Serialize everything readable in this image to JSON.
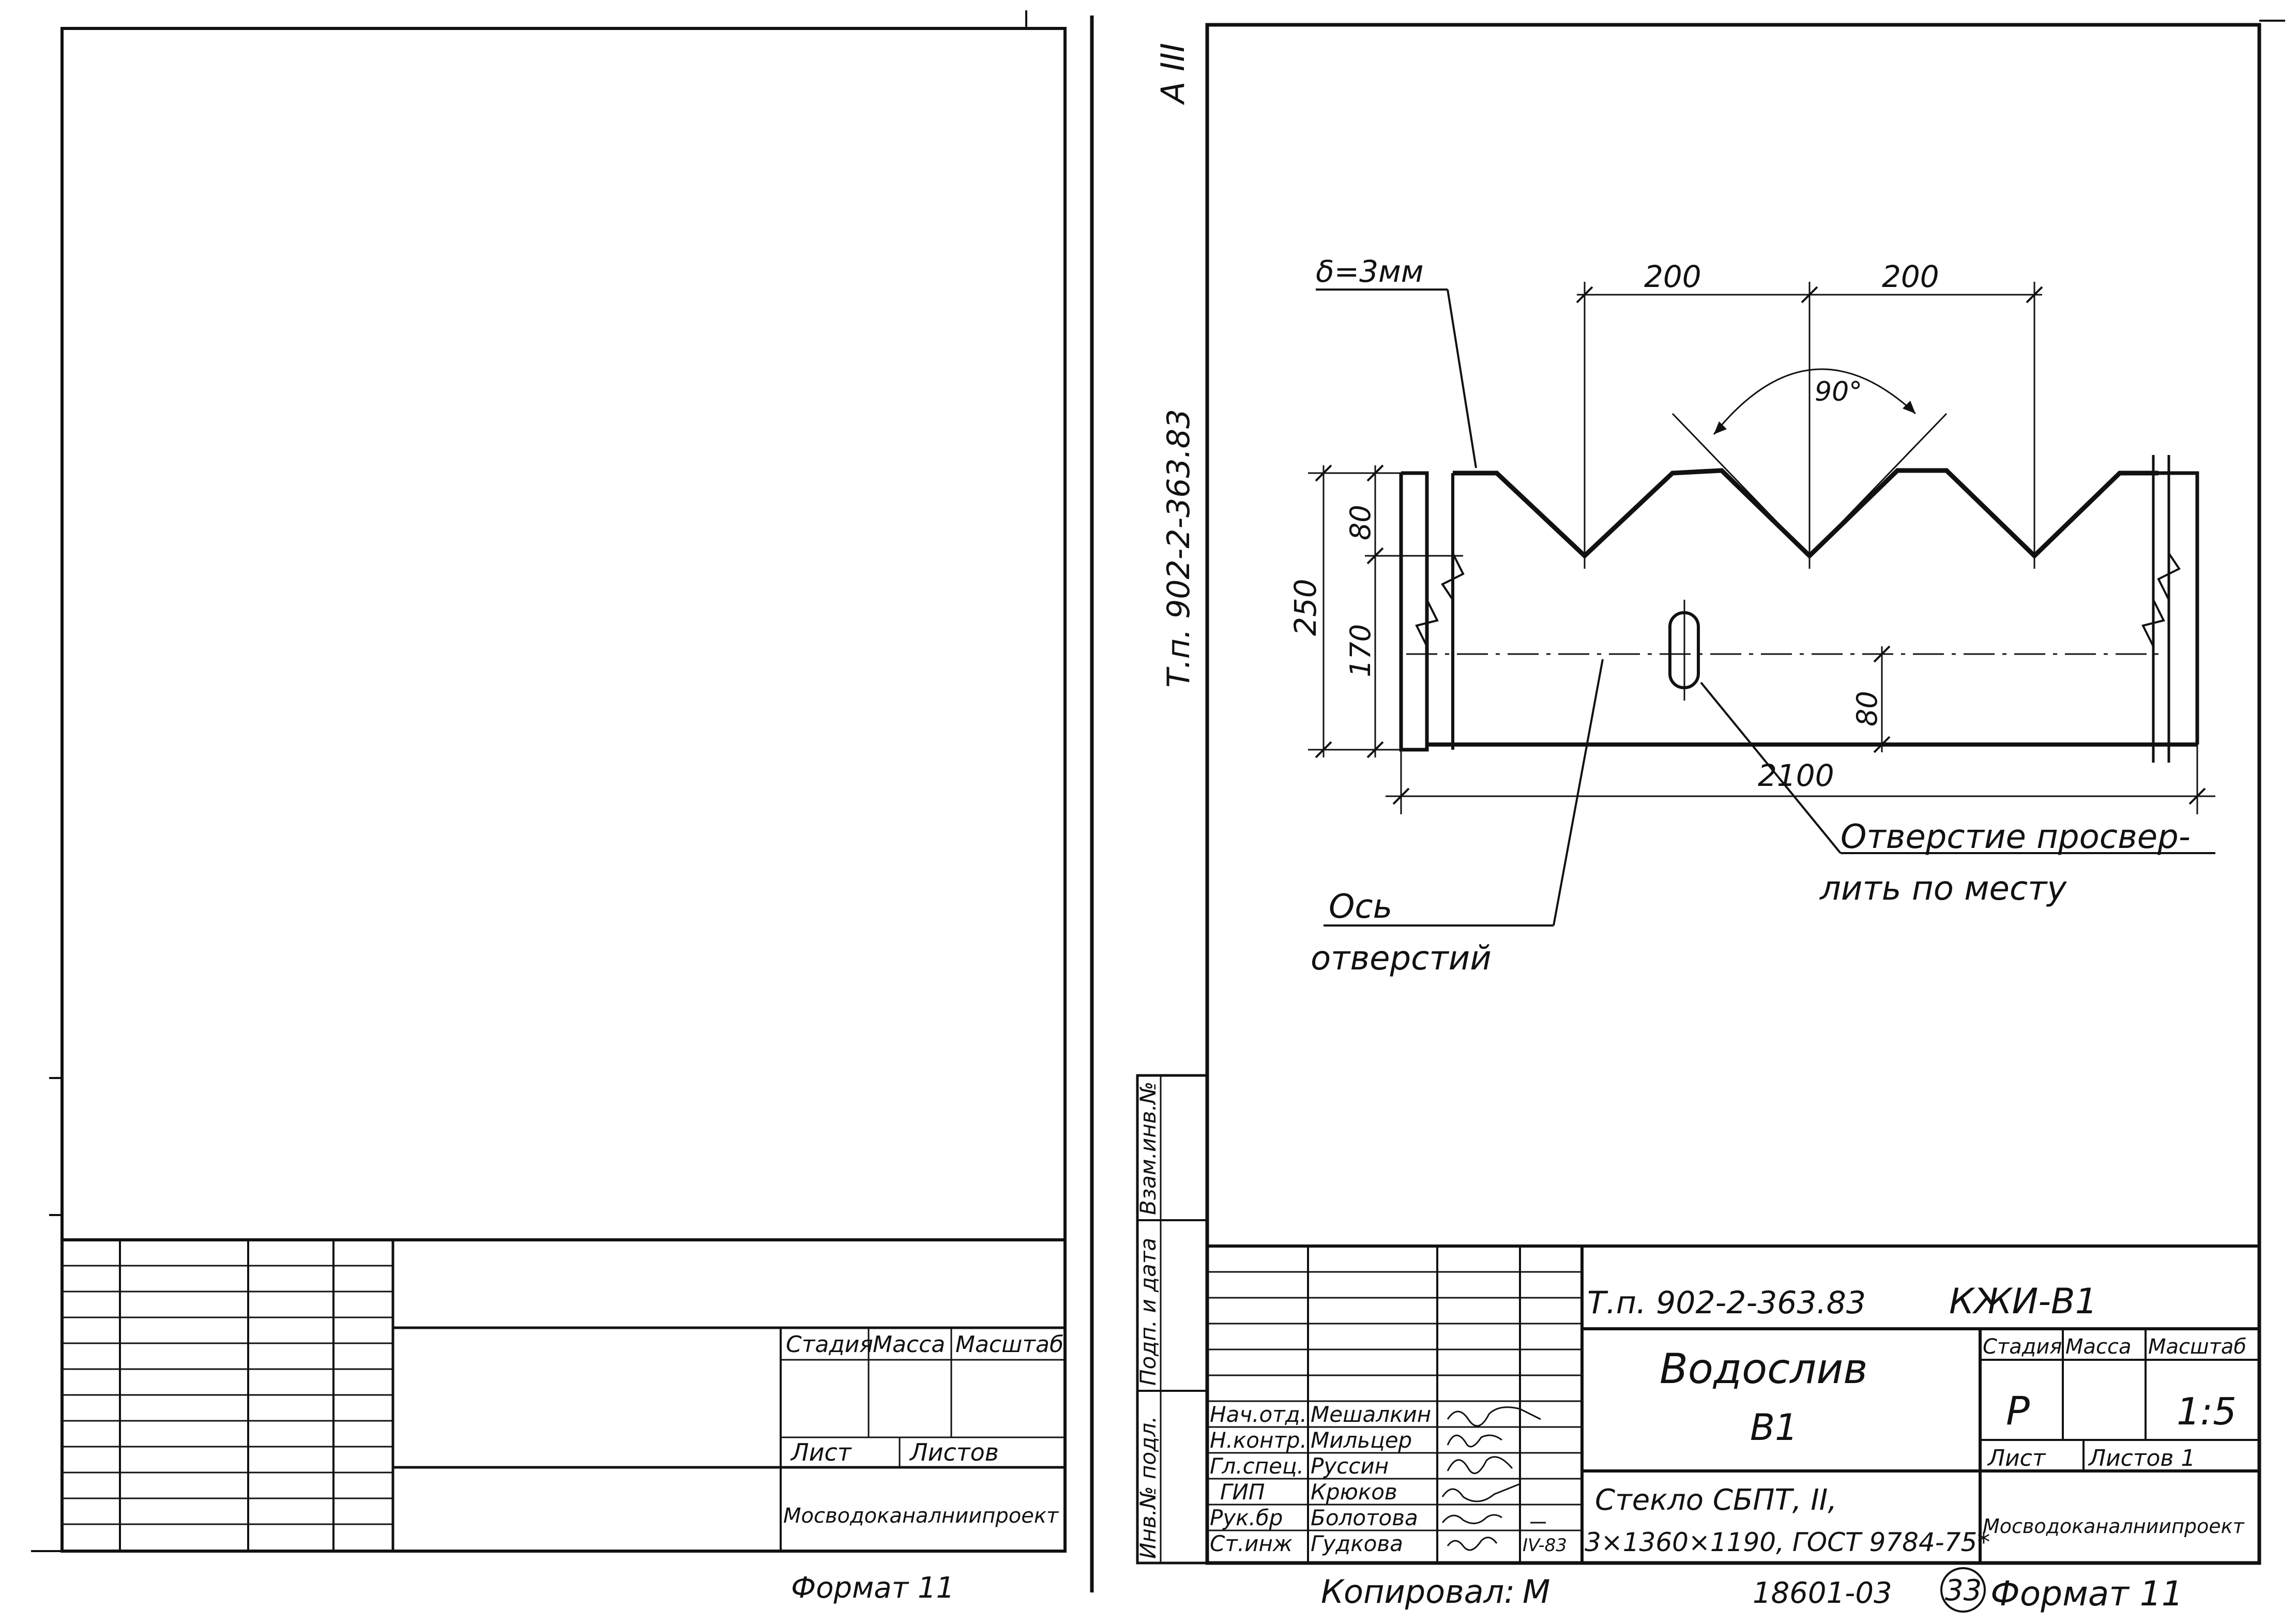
{
  "left_sheet": {
    "title_block": {
      "stage_label": "Стадия",
      "mass_label": "Масса",
      "scale_label": "Масштаб",
      "sheet_label": "Лист",
      "sheets_label": "Листов",
      "organization": "Мосводоканалниипроект"
    },
    "format": "Формат 11"
  },
  "right_sheet": {
    "corner_mark": "А III",
    "side_code": "Т.п. 902-2-363.83",
    "side_stamp_cols": [
      "Взам.инв.№",
      "Подп. и дата",
      "Инв.№ подл."
    ],
    "drawing": {
      "thickness_note": "δ=3мм",
      "dim_spacing_1": "200",
      "dim_spacing_2": "200",
      "angle": "90°",
      "dim_height_total": "250",
      "dim_notch_depth": "80",
      "dim_lower": "170",
      "dim_hole_offset": "80",
      "dim_length": "2100",
      "hole_note_line1": "Отверстие просвер-",
      "hole_note_line2": "лить по месту",
      "axis_note_line1": "Ось",
      "axis_note_line2": "отверстий"
    },
    "title_block": {
      "doc_code": "Т.п. 902-2-363.83",
      "doc_mark": "КЖИ-В1",
      "title_line1": "Водослив",
      "title_line2": "В1",
      "stage_label": "Стадия",
      "mass_label": "Масса",
      "scale_label": "Масштаб",
      "stage_value": "Р",
      "scale_value": "1:5",
      "sheet_label": "Лист",
      "sheets_label": "Листов 1",
      "material_line1": "Стекло СБПТ, II,",
      "material_line2": "3×1360×1190, ГОСТ 9784-75*",
      "organization": "Мосводоканалниипроект",
      "date": "IV-83",
      "staff": [
        {
          "role": "Нач.отд.",
          "name": "Мешалкин"
        },
        {
          "role": "Н.контр.",
          "name": "Мильцер"
        },
        {
          "role": "Гл.спец.",
          "name": "Руссин"
        },
        {
          "role": "ГИП",
          "name": "Крюков"
        },
        {
          "role": "Рук.бр",
          "name": "Болотова"
        },
        {
          "role": "Ст.инж",
          "name": "Гудкова"
        }
      ]
    },
    "bottom": {
      "copied_by": "Копировал:",
      "copied_sig": "М",
      "order_no": "18601-03",
      "page_no": "33",
      "format": "Формат 11"
    }
  }
}
